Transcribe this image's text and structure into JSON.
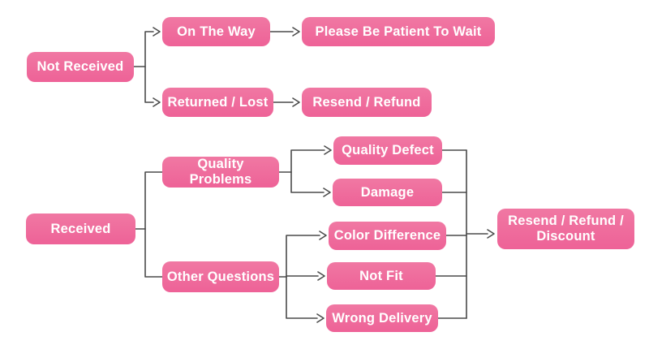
{
  "diagram": {
    "type": "flowchart",
    "nodes": {
      "not_received": {
        "label": "Not Received"
      },
      "on_the_way": {
        "label": "On The Way"
      },
      "please_wait": {
        "label": "Please Be Patient To Wait"
      },
      "returned_lost": {
        "label": "Returned / Lost"
      },
      "resend_refund": {
        "label": "Resend / Refund"
      },
      "received": {
        "label": "Received"
      },
      "quality_problems": {
        "label": "Quality Problems"
      },
      "other_questions": {
        "label": "Other Questions"
      },
      "quality_defect": {
        "label": "Quality Defect"
      },
      "damage": {
        "label": "Damage"
      },
      "color_difference": {
        "label": "Color Difference"
      },
      "not_fit": {
        "label": "Not Fit"
      },
      "wrong_delivery": {
        "label": "Wrong Delivery"
      },
      "resend_refund_discount": {
        "label": "Resend / Refund / Discount"
      }
    },
    "edges": [
      {
        "from": "not_received",
        "to": "on_the_way",
        "arrow": true
      },
      {
        "from": "not_received",
        "to": "returned_lost",
        "arrow": true
      },
      {
        "from": "on_the_way",
        "to": "please_wait",
        "arrow": true
      },
      {
        "from": "returned_lost",
        "to": "resend_refund",
        "arrow": true
      },
      {
        "from": "received",
        "to": "quality_problems",
        "arrow": false
      },
      {
        "from": "received",
        "to": "other_questions",
        "arrow": false
      },
      {
        "from": "quality_problems",
        "to": "quality_defect",
        "arrow": true
      },
      {
        "from": "quality_problems",
        "to": "damage",
        "arrow": true
      },
      {
        "from": "other_questions",
        "to": "color_difference",
        "arrow": true
      },
      {
        "from": "other_questions",
        "to": "not_fit",
        "arrow": true
      },
      {
        "from": "other_questions",
        "to": "wrong_delivery",
        "arrow": true
      },
      {
        "from": "quality_defect",
        "to": "resend_refund_discount",
        "arrow": true
      },
      {
        "from": "damage",
        "to": "resend_refund_discount",
        "arrow": true
      },
      {
        "from": "color_difference",
        "to": "resend_refund_discount",
        "arrow": true
      },
      {
        "from": "not_fit",
        "to": "resend_refund_discount",
        "arrow": true
      },
      {
        "from": "wrong_delivery",
        "to": "resend_refund_discount",
        "arrow": true
      }
    ],
    "colors": {
      "node_fill": "#ee6297",
      "node_fill_light": "#f078a3",
      "node_text": "#ffffff",
      "line": "#4a4a4a",
      "background": "#ffffff"
    }
  }
}
